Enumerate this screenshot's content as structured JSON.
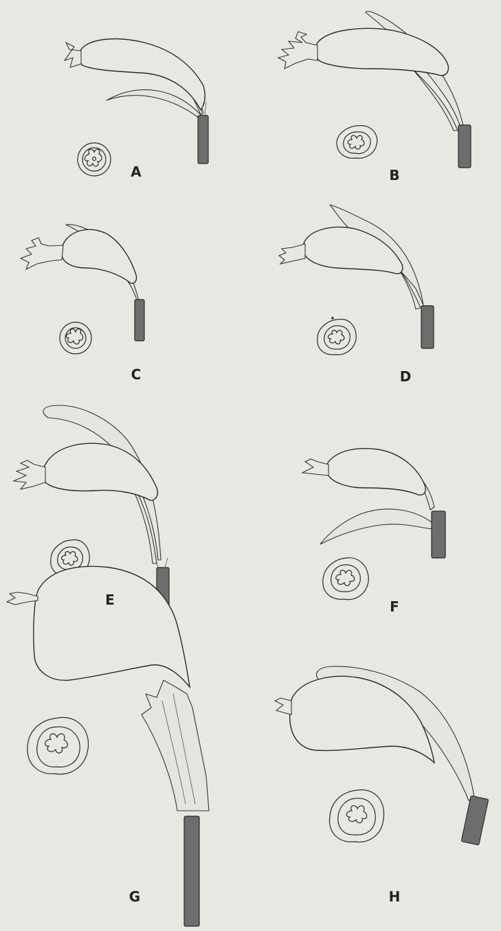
{
  "figure": {
    "panels": [
      {
        "id": "A",
        "label": "A"
      },
      {
        "id": "B",
        "label": "B"
      },
      {
        "id": "C",
        "label": "C"
      },
      {
        "id": "D",
        "label": "D"
      },
      {
        "id": "E",
        "label": "E"
      },
      {
        "id": "F",
        "label": "F"
      },
      {
        "id": "G",
        "label": "G"
      },
      {
        "id": "H",
        "label": "H"
      }
    ],
    "style": {
      "background": "#e9e7e2",
      "ink": "#2a2a2a",
      "stalk": "#6d6d6d"
    }
  }
}
